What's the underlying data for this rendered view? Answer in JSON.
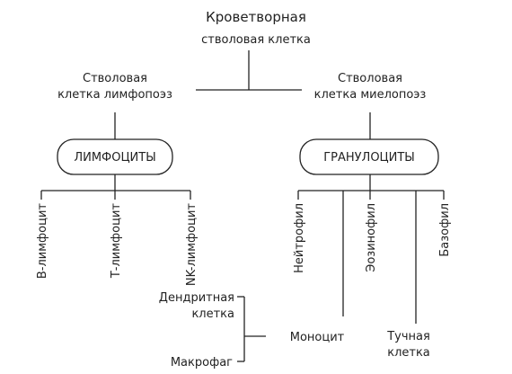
{
  "root": {
    "line1": "Кроветворная",
    "line2": "стволовая клетка"
  },
  "lymph_stem": {
    "line1": "Стволовая",
    "line2": "клетка лимфопоэз"
  },
  "myelo_stem": {
    "line1": "Стволовая",
    "line2": "клетка миелопоэз"
  },
  "lymphocytes": "ЛИМФОЦИТЫ",
  "granulocytes": "ГРАНУЛОЦИТЫ",
  "lymph_children": [
    "В-лимфоцит",
    "Т-лимфоцит",
    "NK-лимфоцит"
  ],
  "granulo_children": [
    "Нейтрофил",
    "Эозинофил",
    "Базофил"
  ],
  "monocyte": "Моноцит",
  "mast_cell": {
    "line1": "Тучная",
    "line2": "клетка"
  },
  "dendritic": {
    "line1": "Дендритная",
    "line2": "клетка"
  },
  "macrophage": "Макрофаг"
}
